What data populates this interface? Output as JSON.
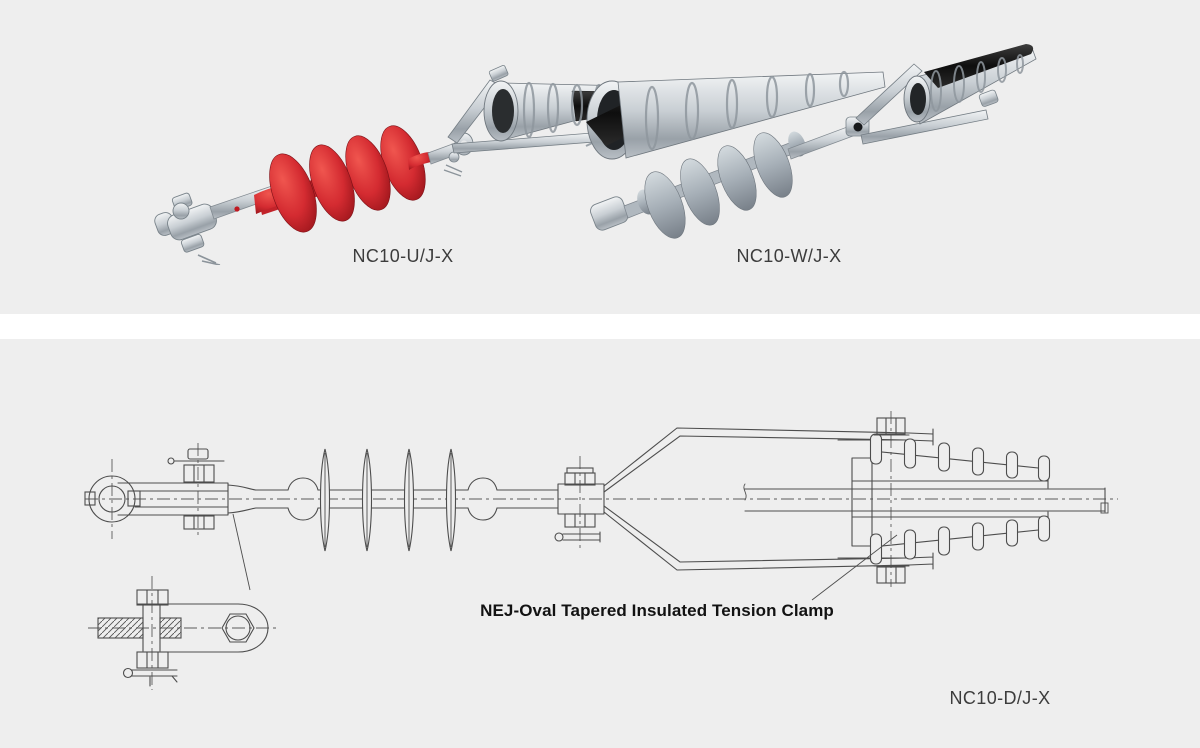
{
  "top_panel": {
    "photos": [
      {
        "label": "NC10-U/J-X",
        "insulator_color": "#d42b31"
      },
      {
        "label": "NC10-W/J-X",
        "insulator_color": "#9fa8b0"
      }
    ]
  },
  "bottom_panel": {
    "callout": "NEJ-Oval Tapered Insulated Tension Clamp",
    "label": "NC10-D/J-X"
  },
  "colors": {
    "panel_bg": "#eeeeee",
    "page_bg": "#ffffff",
    "drawing_line": "#4d4d4d",
    "label_text": "#3c3c3c",
    "callout_text": "#121212",
    "metal": "#c3c9ce",
    "rubber_black": "#1c1c1c",
    "insulator_red": "#d42b31",
    "insulator_gray": "#9fa8b0"
  }
}
